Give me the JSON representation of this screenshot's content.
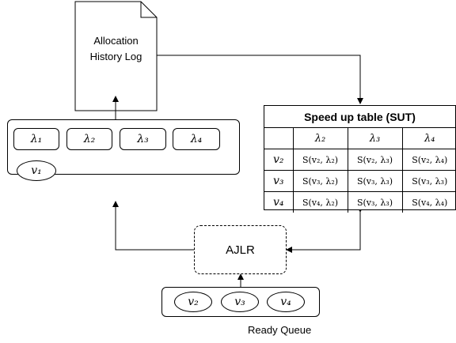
{
  "document": {
    "line1": "Allocation",
    "line2": "History Log"
  },
  "cluster": {
    "nodes": [
      "λ₁",
      "λ₂",
      "λ₃",
      "λ₄"
    ],
    "job": "v₁"
  },
  "sut": {
    "title": "Speed up table (SUT)",
    "columns": [
      "",
      "λ₂",
      "λ₃",
      "λ₄"
    ],
    "rows": [
      {
        "head": "v₂",
        "cells": [
          "S(v₂, λ₂)",
          "S(v₂, λ₃)",
          "S(v₂, λ₄)"
        ]
      },
      {
        "head": "v₃",
        "cells": [
          "S(v₃, λ₂)",
          "S(v₃, λ₃)",
          "S(v₃, λ₃)"
        ]
      },
      {
        "head": "v₄",
        "cells": [
          "S(v₄, λ₂)",
          "S(v₃, λ₃)",
          "S(v₄, λ₄)"
        ]
      }
    ]
  },
  "ajlr": {
    "label": "AJLR"
  },
  "queue": {
    "jobs": [
      "v₂",
      "v₃",
      "v₄"
    ],
    "label": "Ready Queue"
  }
}
